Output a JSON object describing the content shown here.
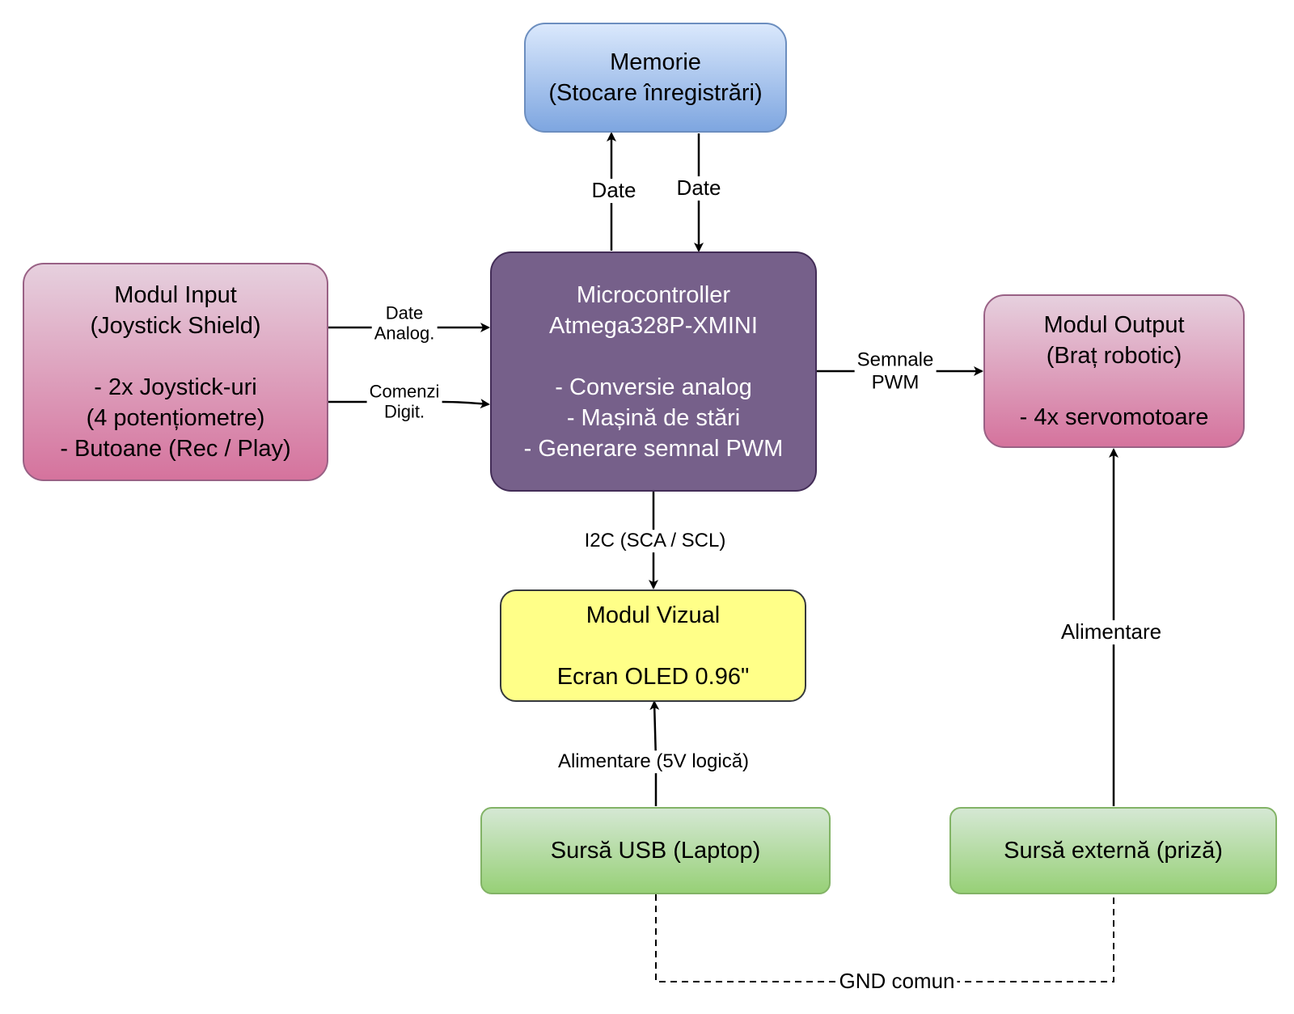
{
  "nodes": {
    "memorie": {
      "lines": [
        "Memorie",
        "(Stocare înregistrări)"
      ]
    },
    "input": {
      "lines": [
        "Modul Input",
        "(Joystick Shield)",
        "",
        "- 2x Joystick-uri",
        "(4 potențiometre)",
        "- Butoane (Rec / Play)"
      ]
    },
    "mcu": {
      "lines": [
        "Microcontroller",
        "Atmega328P-XMINI",
        "",
        "- Conversie analog",
        "- Mașină de stări",
        "- Generare semnal PWM"
      ]
    },
    "output": {
      "lines": [
        "Modul Output",
        "(Braț robotic)",
        "",
        "- 4x servomotoare"
      ]
    },
    "vizual": {
      "lines": [
        "Modul Vizual",
        "",
        "Ecran OLED 0.96\""
      ]
    },
    "usb": {
      "lines": [
        "Sursă USB (Laptop)"
      ]
    },
    "externa": {
      "lines": [
        "Sursă externă (priză)"
      ]
    }
  },
  "edges": {
    "mcu_to_mem": {
      "label": [
        "Date"
      ]
    },
    "mem_to_mcu": {
      "label": [
        "Date"
      ]
    },
    "input_analog": {
      "label": [
        "Date",
        "Analog."
      ]
    },
    "input_digital": {
      "label": [
        "Comenzi",
        "Digit."
      ]
    },
    "mcu_to_output": {
      "label": [
        "Semnale",
        "PWM"
      ]
    },
    "mcu_to_vizual": {
      "label": [
        "I2C (SCA / SCL)"
      ]
    },
    "usb_to_vizual": {
      "label": [
        "Alimentare (5V logică)"
      ]
    },
    "externa_to_output": {
      "label": [
        "Alimentare"
      ]
    },
    "gnd": {
      "label": [
        "GND comun"
      ]
    }
  },
  "colors": {
    "memorie": {
      "top": "#dae8fc",
      "bottom": "#7ea6e0",
      "stroke": "#6c8ebf"
    },
    "module": {
      "top": "#e6d0de",
      "bottom": "#d5739d",
      "stroke": "#996185"
    },
    "mcu": {
      "fill": "#76608a",
      "stroke": "#432d57",
      "text": "#ffffff"
    },
    "vizual": {
      "fill": "#ffff88",
      "stroke": "#36393d"
    },
    "power": {
      "top": "#d5e8d4",
      "bottom": "#97d077",
      "stroke": "#82b366"
    },
    "wire": "#000000"
  }
}
